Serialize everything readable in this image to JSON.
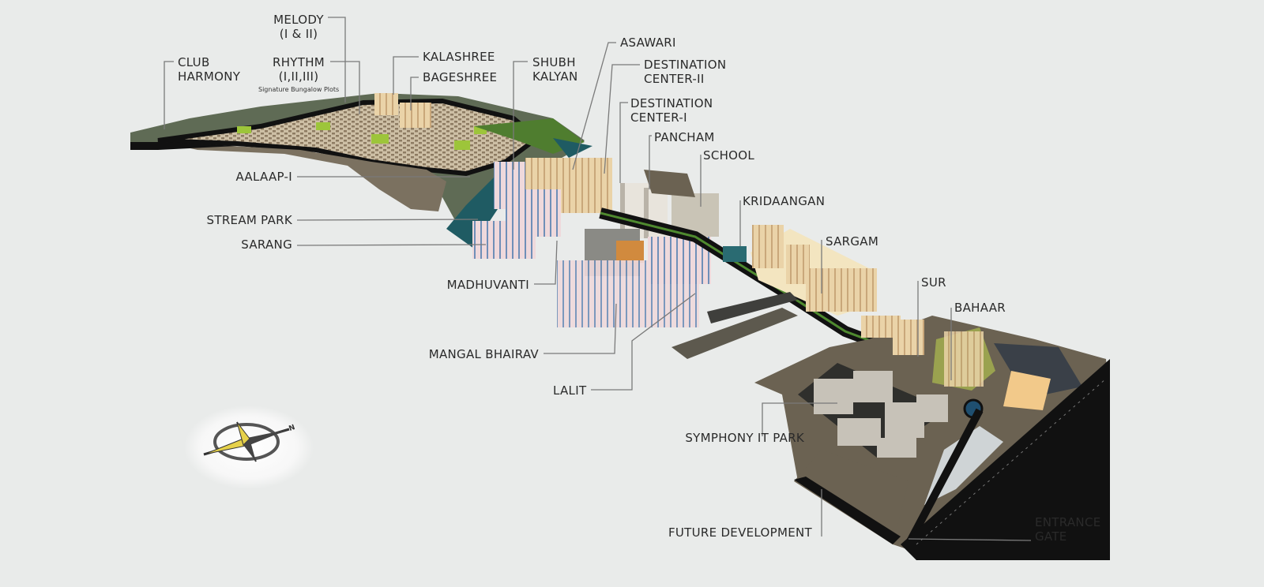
{
  "labels": {
    "melody": [
      "MELODY",
      "(I & II)"
    ],
    "club_harmony": [
      "CLUB",
      "HARMONY"
    ],
    "rhythm": [
      "RHYTHM",
      "(I,II,III)"
    ],
    "rhythm_note": "Signature Bungalow Plots",
    "kalashree": "KALASHREE",
    "bageshree": "BAGESHREE",
    "shubh_kalyan": [
      "SHUBH",
      "KALYAN"
    ],
    "asawari": "ASAWARI",
    "destination_center_2": [
      "DESTINATION",
      "CENTER-II"
    ],
    "destination_center_1": [
      "DESTINATION",
      "CENTER-I"
    ],
    "pancham": "PANCHAM",
    "school": "SCHOOL",
    "kridaangan": "KRIDAANGAN",
    "sargam": "SARGAM",
    "sur": "SUR",
    "bahaar": "BAHAAR",
    "aalaap": "AALAAP-I",
    "stream_park": "STREAM PARK",
    "sarang": "SARANG",
    "madhuvanti": "MADHUVANTI",
    "mangal_bhairav": "MANGAL BHAIRAV",
    "lalit": "LALIT",
    "symphony_it_park": "SYMPHONY IT PARK",
    "future_development": "FUTURE DEVELOPMENT",
    "entrance_gate": [
      "ENTRANCE",
      "GATE"
    ]
  },
  "compass": {
    "north_label": "N",
    "icon": "compass-rose-icon"
  },
  "colors": {
    "background": "#e9ebea",
    "road": "#111111",
    "land": "#6b6252",
    "green": "#7fa63a",
    "water": "#1f5b63",
    "tower": "#e8cfa2",
    "label": "#2a2a2a",
    "leader": "#7a7a7a"
  }
}
